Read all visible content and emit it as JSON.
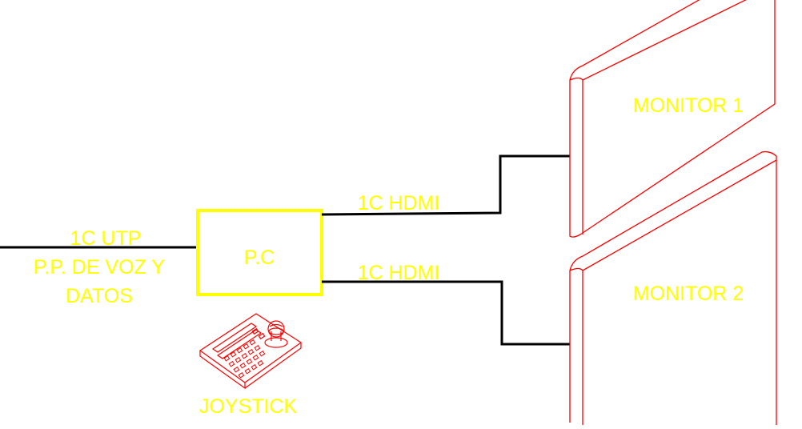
{
  "colors": {
    "label": "#ffff00",
    "pc_box": "#ffff00",
    "monitor": "#ff0000",
    "joystick": "#ff0000",
    "cable": "#000000",
    "background": "#ffffff"
  },
  "input": {
    "cable_label": "1C UTP",
    "source_line1": "P.P. DE VOZ Y",
    "source_line2": "DATOS"
  },
  "pc": {
    "label": "P.C"
  },
  "cables": [
    {
      "label": "1C HDMI"
    },
    {
      "label": "1C HDMI"
    }
  ],
  "monitors": [
    {
      "label": "MONITOR 1"
    },
    {
      "label": "MONITOR 2"
    }
  ],
  "joystick": {
    "label": "JOYSTICK",
    "icon": "joystick-icon"
  }
}
